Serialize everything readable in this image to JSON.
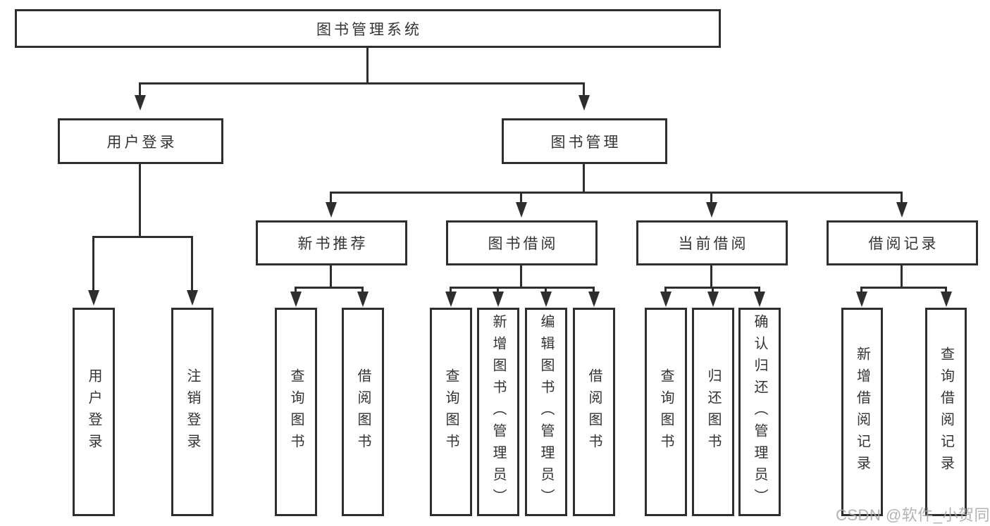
{
  "diagram": {
    "root": {
      "label": "图书管理系统"
    },
    "branches": [
      {
        "label": "用户登录",
        "children": [
          {
            "label": "用户登录"
          },
          {
            "label": "注销登录"
          }
        ]
      },
      {
        "label": "图书管理",
        "children": [
          {
            "label": "新书推荐",
            "children": [
              {
                "label": "查询图书"
              },
              {
                "label": "借阅图书"
              }
            ]
          },
          {
            "label": "图书借阅",
            "children": [
              {
                "label": "查询图书"
              },
              {
                "label": "新增图书（管理员）"
              },
              {
                "label": "编辑图书（管理员）"
              },
              {
                "label": "借阅图书"
              }
            ]
          },
          {
            "label": "当前借阅",
            "children": [
              {
                "label": "查询图书"
              },
              {
                "label": "归还图书"
              },
              {
                "label": "确认归还（管理员）"
              }
            ]
          },
          {
            "label": "借阅记录",
            "children": [
              {
                "label": "新增借阅记录"
              },
              {
                "label": "查询借阅记录"
              }
            ]
          }
        ]
      }
    ]
  },
  "watermark": {
    "label": "CSDN @软件_小贺同学"
  },
  "colors": {
    "line": "#2e2e2e",
    "text": "#333333",
    "background": "#ffffff",
    "watermark": "#a6a6a6"
  }
}
